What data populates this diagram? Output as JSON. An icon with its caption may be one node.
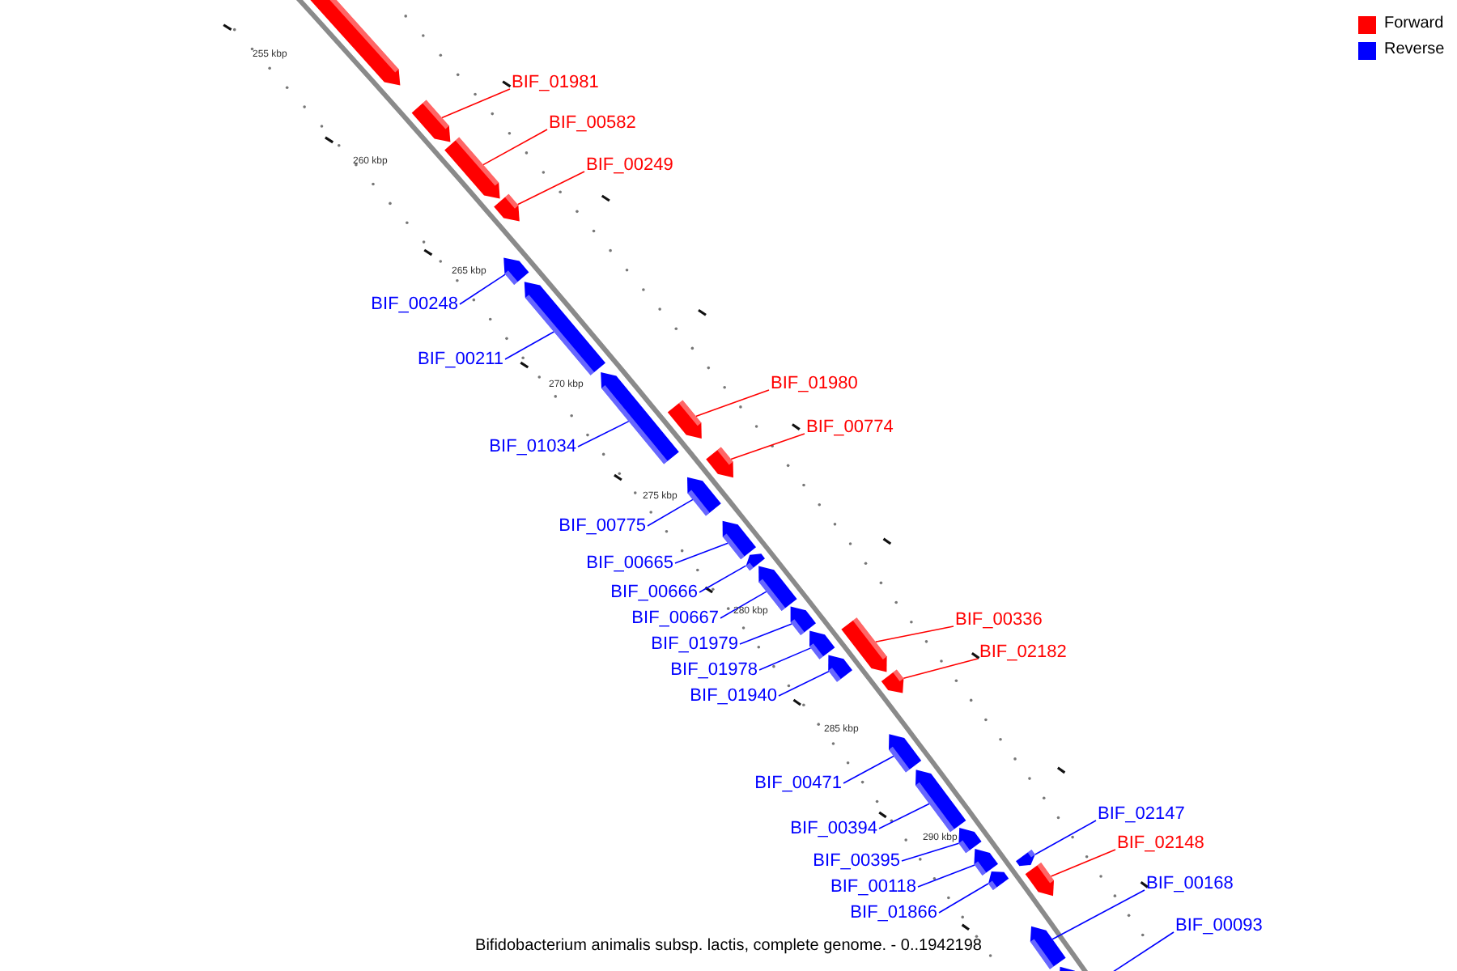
{
  "diagram": {
    "caption": "Bifidobacterium animalis subsp. lactis, complete genome. - 0..1942198",
    "nodes": [
      {
        "text": [],
        "shape": "arrow"
      },
      {
        "text": [
          "BIF_01981"
        ]
      },
      {
        "text": [],
        "shape": "arrow"
      },
      {
        "text": [
          "BIF_00582"
        ]
      },
      {
        "text": [],
        "shape": "arrow"
      },
      {
        "text": [
          "BIF_00249"
        ]
      },
      {
        "text": [],
        "shape": "arrow"
      },
      {
        "text": [
          "BIF_00248"
        ]
      },
      {
        "text": [],
        "shape": "arrow"
      },
      {
        "text": [
          "BIF_00211"
        ]
      },
      {
        "text": [],
        "shape": "arrow"
      },
      {
        "text": [
          "BIF_01034"
        ]
      },
      {
        "text": [],
        "shape": "arrow"
      },
      {
        "text": [
          "BIF_01980"
        ]
      },
      {
        "text": [],
        "shape": "arrow"
      },
      {
        "text": [
          "BIF_00774"
        ]
      },
      {
        "text": [],
        "shape": "arrow"
      },
      {
        "text": [
          "BIF_00775"
        ]
      },
      {
        "text": [],
        "shape": "arrow"
      },
      {
        "text": [
          "BIF_00665"
        ]
      },
      {
        "text": [],
        "shape": "arrow"
      },
      {
        "text": [
          "BIF_00666"
        ]
      },
      {
        "text": [],
        "shape": "arrow"
      },
      {
        "text": [
          "BIF_00667"
        ]
      },
      {
        "text": [],
        "shape": "arrow"
      },
      {
        "text": [
          "BIF_01979"
        ]
      },
      {
        "text": [],
        "shape": "arrow"
      },
      {
        "text": [
          "BIF_01978"
        ]
      },
      {
        "text": [],
        "shape": "arrow"
      },
      {
        "text": [
          "BIF_01940"
        ]
      },
      {
        "text": [],
        "shape": "arrow"
      },
      {
        "text": [
          "BIF_00336"
        ]
      },
      {
        "text": [],
        "shape": "arrow"
      },
      {
        "text": [
          "BIF_02182"
        ]
      },
      {
        "text": [],
        "shape": "arrow"
      },
      {
        "text": [
          "BIF_00471"
        ]
      },
      {
        "text": [],
        "shape": "arrow"
      },
      {
        "text": [
          "BIF_00394"
        ]
      },
      {
        "text": [],
        "shape": "arrow"
      },
      {
        "text": [
          "BIF_00395"
        ]
      },
      {
        "text": [],
        "shape": "arrow"
      },
      {
        "text": [
          "BIF_00118"
        ]
      },
      {
        "text": [],
        "shape": "arrow"
      },
      {
        "text": [
          "BIF_01866"
        ]
      },
      {
        "text": [],
        "shape": "arrow"
      },
      {
        "text": [
          "BIF_02147"
        ]
      },
      {
        "text": [],
        "shape": "arrow"
      },
      {
        "text": [
          "BIF_02148"
        ]
      },
      {
        "text": [],
        "shape": "arrow"
      },
      {
        "text": [
          "BIF_00168"
        ]
      },
      {
        "text": [],
        "shape": "arrow"
      },
      {
        "text": [
          "BIF_00093"
        ]
      },
      {
        "text": [],
        "shape": "arrow"
      }
    ],
    "edges": [
      {
        "from": 1,
        "to": 2,
        "arrow": "none",
        "color": "#ff0000"
      },
      {
        "from": 3,
        "to": 4,
        "arrow": "none",
        "color": "#ff0000"
      },
      {
        "from": 5,
        "to": 6,
        "arrow": "none",
        "color": "#ff0000"
      },
      {
        "from": 7,
        "to": 8,
        "arrow": "none"
      },
      {
        "from": 9,
        "to": 10,
        "arrow": "none"
      },
      {
        "from": 11,
        "to": 12,
        "arrow": "none"
      },
      {
        "from": 13,
        "to": 14,
        "arrow": "none",
        "color": "#ff0000"
      },
      {
        "from": 15,
        "to": 16,
        "arrow": "none",
        "color": "#ff0000"
      },
      {
        "from": 17,
        "to": 18,
        "arrow": "none"
      },
      {
        "from": 19,
        "to": 20,
        "arrow": "none"
      },
      {
        "from": 21,
        "to": 22,
        "arrow": "none"
      },
      {
        "from": 23,
        "to": 24,
        "arrow": "none"
      },
      {
        "from": 25,
        "to": 26,
        "arrow": "none"
      },
      {
        "from": 27,
        "to": 28,
        "arrow": "none"
      },
      {
        "from": 29,
        "to": 30,
        "arrow": "none"
      },
      {
        "from": 31,
        "to": 32,
        "arrow": "none",
        "color": "#ff0000"
      },
      {
        "from": 33,
        "to": 34,
        "arrow": "none",
        "color": "#ff0000"
      },
      {
        "from": 35,
        "to": 36,
        "arrow": "none"
      },
      {
        "from": 37,
        "to": 38,
        "arrow": "none"
      },
      {
        "from": 39,
        "to": 40,
        "arrow": "none"
      },
      {
        "from": 41,
        "to": 42,
        "arrow": "none"
      },
      {
        "from": 43,
        "to": 44,
        "arrow": "none"
      },
      {
        "from": 45,
        "to": 46,
        "arrow": "none"
      },
      {
        "from": 47,
        "to": 48,
        "arrow": "none",
        "color": "#ff0000"
      },
      {
        "from": 49,
        "to": 50,
        "arrow": "none"
      },
      {
        "from": 51,
        "to": 52,
        "arrow": "none"
      }
    ],
    "labels": [
      "255 kbp",
      "260 kbp",
      "265 kbp",
      "270 kbp",
      "275 kbp",
      "280 kbp",
      "285 kbp",
      "290 kbp"
    ],
    "legend": [
      {
        "text": "Forward",
        "color": "#ff0000"
      },
      {
        "text": "Reverse",
        "color": "#0000ff"
      }
    ]
  }
}
